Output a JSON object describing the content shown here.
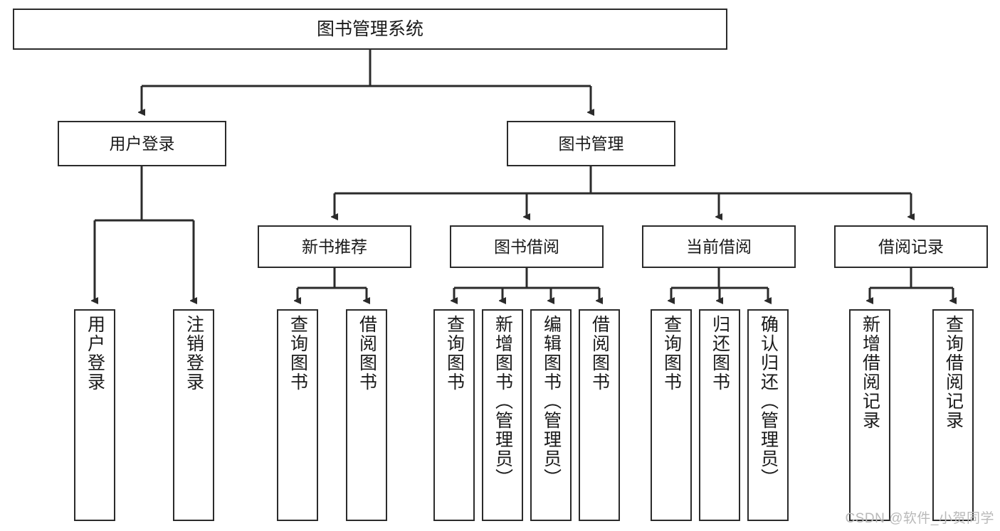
{
  "diagram": {
    "type": "tree-hierarchy",
    "title": "图书管理系统",
    "watermark": "CSDN @软件_小贺同学",
    "colors": {
      "box_stroke": "#2b2b2b",
      "box_fill": "#ffffff",
      "connector": "#2b2b2b",
      "text": "#1a1a1a",
      "watermark": "#b9b9b9"
    },
    "root": {
      "id": "root",
      "label": "图书管理系统"
    },
    "level2": [
      {
        "id": "user-login",
        "label": "用户登录"
      },
      {
        "id": "book-manage",
        "label": "图书管理"
      }
    ],
    "level3": [
      {
        "id": "new-book-recommend",
        "label": "新书推荐",
        "parent": "book-manage"
      },
      {
        "id": "book-borrow",
        "label": "图书借阅",
        "parent": "book-manage"
      },
      {
        "id": "current-borrow",
        "label": "当前借阅",
        "parent": "book-manage"
      },
      {
        "id": "borrow-record",
        "label": "借阅记录",
        "parent": "book-manage"
      }
    ],
    "leaves": [
      {
        "id": "leaf-user-login",
        "label": "用户登录",
        "parent": "user-login"
      },
      {
        "id": "leaf-logout",
        "label": "注销登录",
        "parent": "user-login"
      },
      {
        "id": "leaf-query-book-1",
        "label": "查询图书",
        "parent": "new-book-recommend"
      },
      {
        "id": "leaf-borrow-book-1",
        "label": "借阅图书",
        "parent": "new-book-recommend"
      },
      {
        "id": "leaf-query-book-2",
        "label": "查询图书",
        "parent": "book-borrow"
      },
      {
        "id": "leaf-add-book",
        "label": "新增图书（管理员）",
        "parent": "book-borrow"
      },
      {
        "id": "leaf-edit-book",
        "label": "编辑图书（管理员）",
        "parent": "book-borrow"
      },
      {
        "id": "leaf-borrow-book-2",
        "label": "借阅图书",
        "parent": "book-borrow"
      },
      {
        "id": "leaf-query-book-3",
        "label": "查询图书",
        "parent": "current-borrow"
      },
      {
        "id": "leaf-return-book",
        "label": "归还图书",
        "parent": "current-borrow"
      },
      {
        "id": "leaf-confirm-return",
        "label": "确认归还（管理员）",
        "parent": "current-borrow"
      },
      {
        "id": "leaf-add-record",
        "label": "新增借阅记录",
        "parent": "borrow-record"
      },
      {
        "id": "leaf-query-record",
        "label": "查询借阅记录",
        "parent": "borrow-record"
      }
    ]
  }
}
